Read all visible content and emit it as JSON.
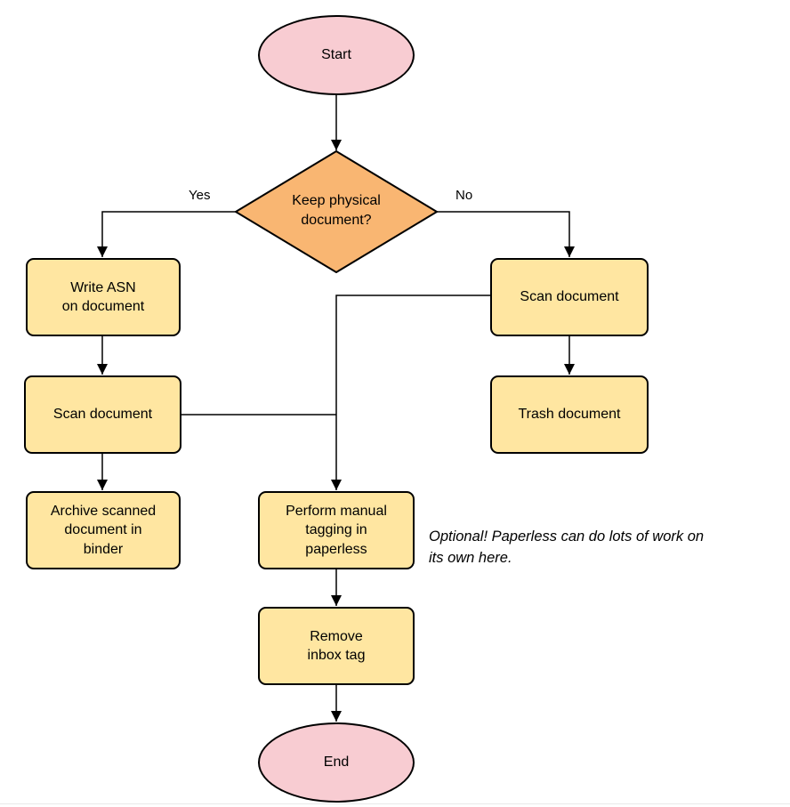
{
  "colors": {
    "background": "#FFFFFF",
    "terminator-fill": "#F8CCD2",
    "decision-fill": "#F9B672",
    "process-fill": "#FFE6A1",
    "stroke": "#000000"
  },
  "nodes": {
    "start": {
      "type": "terminator",
      "label": "Start"
    },
    "decision": {
      "type": "decision",
      "label": "Keep physical\ndocument?"
    },
    "write_asn": {
      "type": "process",
      "label": "Write ASN\non document"
    },
    "scan_left": {
      "type": "process",
      "label": "Scan document"
    },
    "archive": {
      "type": "process",
      "label": "Archive scanned\ndocument in\nbinder"
    },
    "scan_right": {
      "type": "process",
      "label": "Scan document"
    },
    "trash": {
      "type": "process",
      "label": "Trash document"
    },
    "tagging": {
      "type": "process",
      "label": "Perform manual\ntagging in\npaperless"
    },
    "remove_inbox": {
      "type": "process",
      "label": "Remove\ninbox tag"
    },
    "end": {
      "type": "terminator",
      "label": "End"
    }
  },
  "edge_labels": {
    "yes": "Yes",
    "no": "No"
  },
  "annotation": "Optional! Paperless can do lots of work on\nits own here."
}
